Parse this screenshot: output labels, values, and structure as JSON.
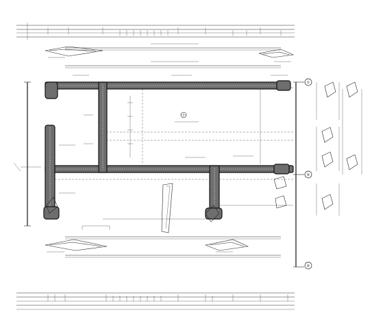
{
  "drawing": {
    "grid_axes": [
      "①",
      "④",
      "⑥"
    ]
  }
}
